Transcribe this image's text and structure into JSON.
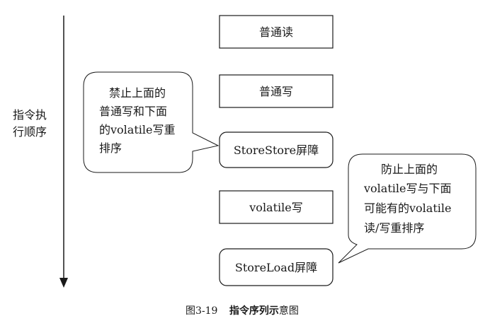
{
  "axis": {
    "label_line1": "指令执",
    "label_line2": "行顺序"
  },
  "instructions": [
    "普通读",
    "普通写",
    "StoreStore屏障",
    "volatile写",
    "StoreLoad屏障"
  ],
  "callouts": {
    "left": {
      "line1": "禁止上面的",
      "line2": "普通写和下面",
      "line3": "的volatile写重",
      "line4": "排序"
    },
    "right": {
      "line1": "防止上面的",
      "line2": "volatile写与下面",
      "line3": "可能有的volatile",
      "line4": "读/写重排序"
    }
  },
  "caption": {
    "number": "图3-19",
    "title": "指令序列示",
    "suffix": "意图"
  }
}
